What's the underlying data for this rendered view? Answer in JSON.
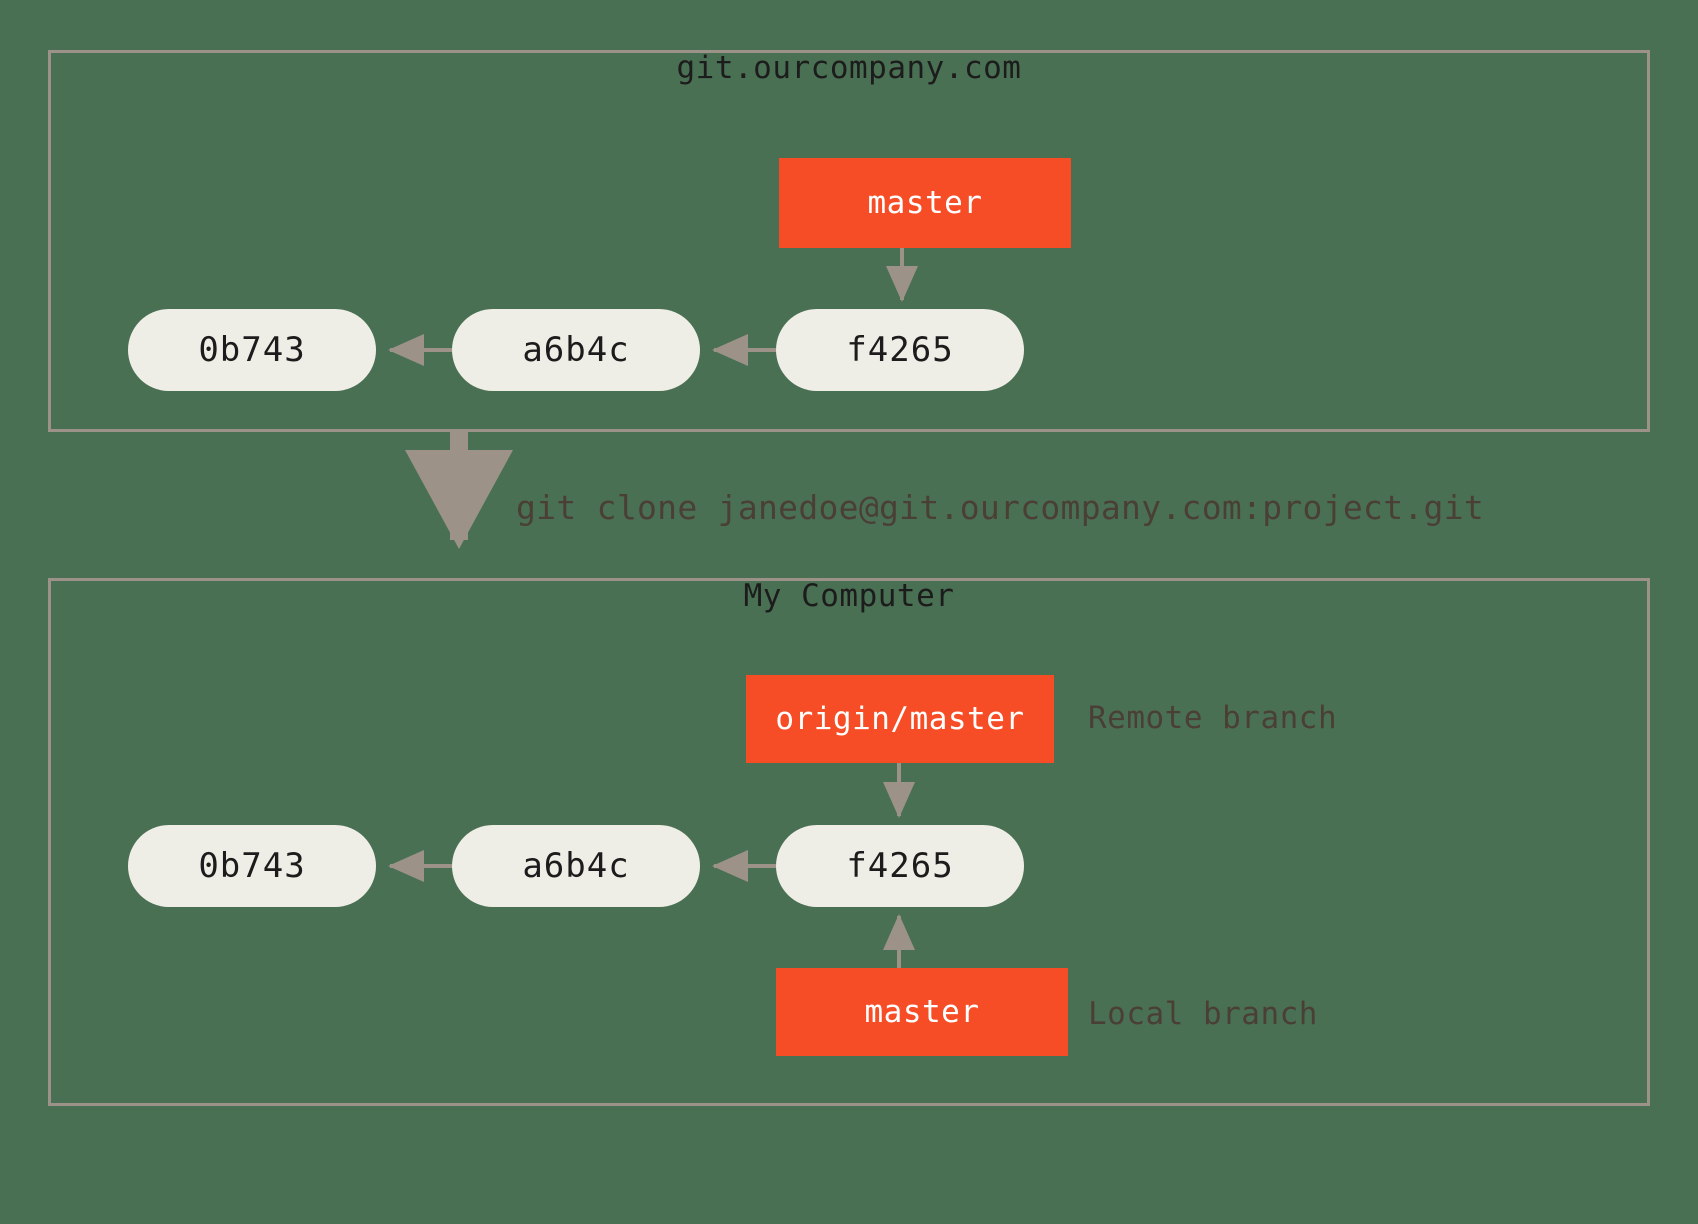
{
  "diagram": {
    "title": "git clone workflow",
    "background_color": "#4a7054",
    "accent_color": "#f74d27",
    "node_color": "#efeee6",
    "border_color": "#9c9287",
    "arrow_color": "#9c9287",
    "text_color": "#1c1c1c",
    "annotation_color": "#4a3f35"
  },
  "server_panel": {
    "title": "git.ourcompany.com",
    "commits": [
      {
        "id": "0b743"
      },
      {
        "id": "a6b4c"
      },
      {
        "id": "f4265"
      }
    ],
    "branch_label": "master"
  },
  "transition": {
    "command": "git clone janedoe@git.ourcompany.com:project.git"
  },
  "local_panel": {
    "title": "My Computer",
    "commits": [
      {
        "id": "0b743"
      },
      {
        "id": "a6b4c"
      },
      {
        "id": "f4265"
      }
    ],
    "remote_branch_label": "origin/master",
    "remote_branch_annotation": "Remote branch",
    "local_branch_label": "master",
    "local_branch_annotation": "Local branch"
  }
}
